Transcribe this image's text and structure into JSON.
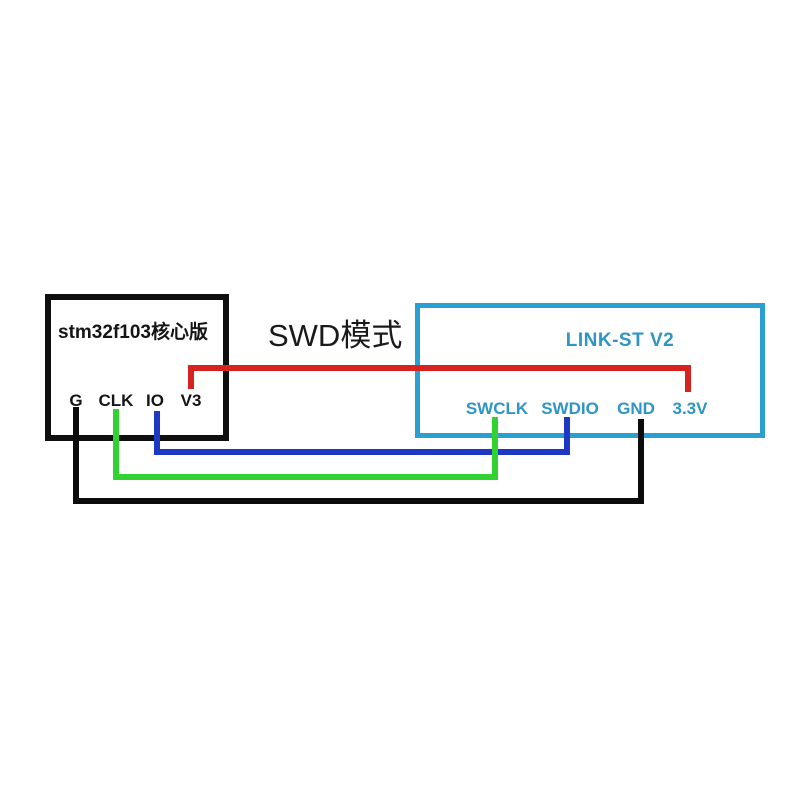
{
  "diagram_title": "SWD模式",
  "left_board": {
    "title": "stm32f103核心版",
    "border_color": "#0f0f0f",
    "text_color": "#151515",
    "pins": [
      "G",
      "CLK",
      "IO",
      "V3"
    ]
  },
  "right_board": {
    "title": "LINK-ST V2",
    "border_color": "#2aa0d2",
    "text_color": "#2e95c5",
    "pins": [
      "SWCLK",
      "SWDIO",
      "GND",
      "3.3V"
    ]
  },
  "wires": [
    {
      "name": "power-wire",
      "from": "V3",
      "to": "3.3V",
      "color": "#d6231f"
    },
    {
      "name": "data-wire",
      "from": "IO",
      "to": "SWDIO",
      "color": "#1d38c3"
    },
    {
      "name": "clock-wire",
      "from": "CLK",
      "to": "SWCLK",
      "color": "#33d233"
    },
    {
      "name": "ground-wire",
      "from": "G",
      "to": "GND",
      "color": "#0c0c0c"
    }
  ]
}
